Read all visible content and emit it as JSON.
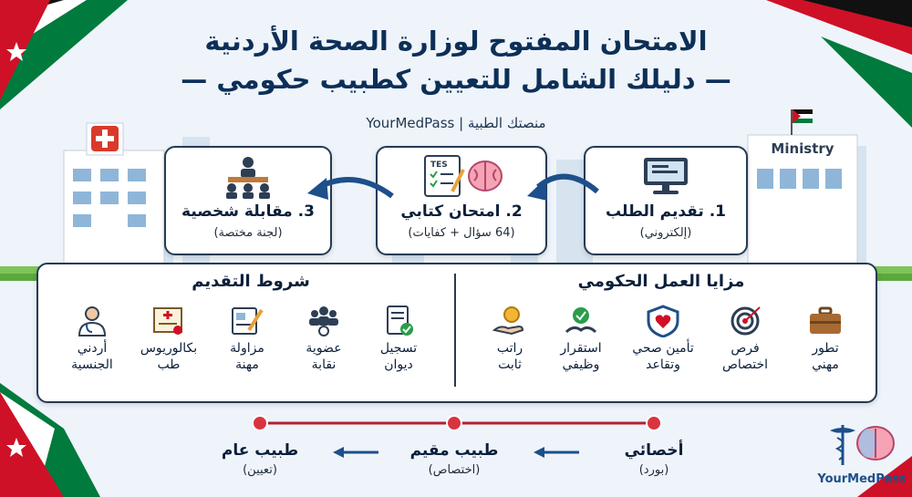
{
  "header": {
    "title_line1": "الامتحان المفتوح لوزارة الصحة الأردنية",
    "title_line2": "— دليلك الشامل للتعيين كطبيب حكومي —",
    "subtitle": "منصتك الطبية | YourMedPass"
  },
  "buildings": {
    "ministry_label": "Ministry"
  },
  "steps": [
    {
      "title": "1. تقديم الطلب",
      "note": "(إلكتروني)",
      "icon": "computer-icon"
    },
    {
      "title": "2. امتحان كتابي",
      "note": "(64 سؤال + كفايات)",
      "icon": "exam-brain-icon",
      "paper_label": "TES"
    },
    {
      "title": "3. مقابلة شخصية",
      "note": "(لجنة مختصة)",
      "icon": "interview-panel-icon"
    }
  ],
  "benefits": {
    "title": "مزايا العمل الحكومي",
    "items": [
      {
        "line1": "تطور",
        "line2": "مهني",
        "icon": "briefcase-icon"
      },
      {
        "line1": "فرص",
        "line2": "اختصاص",
        "icon": "target-icon"
      },
      {
        "line1": "تأمين صحي",
        "line2": "وتقاعد",
        "icon": "shield-heart-icon"
      },
      {
        "line1": "استقرار",
        "line2": "وظيفي",
        "icon": "hands-check-icon"
      },
      {
        "line1": "راتب",
        "line2": "ثابت",
        "icon": "hand-coin-icon"
      }
    ]
  },
  "requirements": {
    "title": "شروط التقديم",
    "items": [
      {
        "line1": "تسجيل",
        "line2": "ديوان",
        "icon": "document-check-icon"
      },
      {
        "line1": "عضوية",
        "line2": "نقابة",
        "icon": "people-group-icon"
      },
      {
        "line1": "مزاولة",
        "line2": "مهنة",
        "icon": "license-pen-icon"
      },
      {
        "line1": "بكالوريوس",
        "line2": "طب",
        "icon": "diploma-icon"
      },
      {
        "line1": "أردني",
        "line2": "الجنسية",
        "icon": "doctor-icon"
      }
    ]
  },
  "career_path": [
    {
      "label": "أخصائي",
      "note": "(بورد)"
    },
    {
      "label": "طبيب مقيم",
      "note": "(اختصاص)"
    },
    {
      "label": "طبيب عام",
      "note": "(تعيين)"
    }
  ],
  "brand": {
    "name": "YourMedPass"
  },
  "colors": {
    "navy": "#0d2f57",
    "red": "#ce1126",
    "green": "#007a3d",
    "black": "#111111",
    "white": "#ffffff"
  }
}
